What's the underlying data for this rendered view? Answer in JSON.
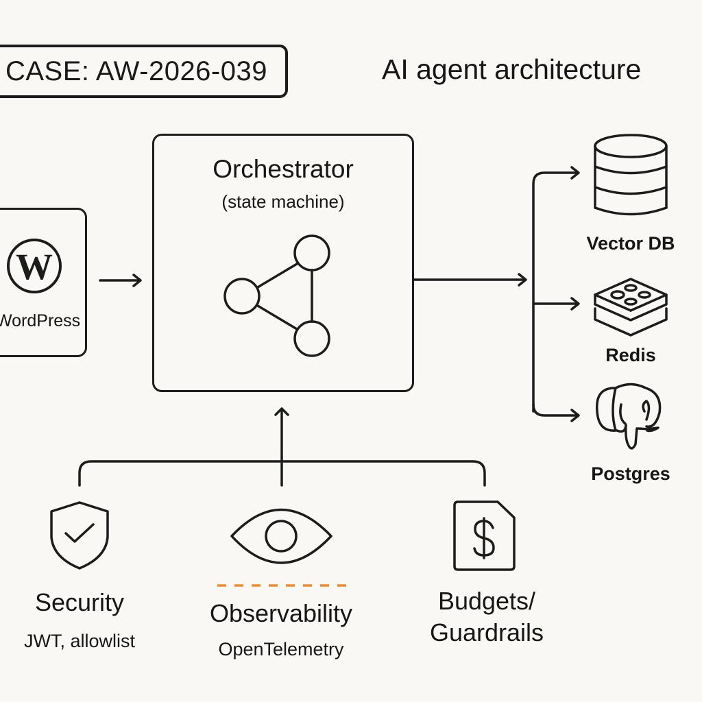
{
  "case_label": "CASE: AW-2026-039",
  "title": "AI agent architecture",
  "source": {
    "label": "WordPress",
    "icon": "wordpress-logo-icon"
  },
  "orchestrator": {
    "title": "Orchestrator",
    "subtitle": "(state machine)",
    "icon": "state-graph-icon"
  },
  "stores": [
    {
      "label": "Vector DB",
      "icon": "database-icon"
    },
    {
      "label": "Redis",
      "icon": "redis-logo-icon"
    },
    {
      "label": "Postgres",
      "icon": "postgres-elephant-icon"
    }
  ],
  "cross_cutting": [
    {
      "title": "Security",
      "subtitle": "JWT, allowlist",
      "icon": "shield-check-icon"
    },
    {
      "title": "Observability",
      "subtitle": "OpenTelemetry",
      "icon": "eye-icon"
    },
    {
      "title": "Budgets/",
      "title_line2": "Guardrails",
      "icon": "dollar-document-icon"
    }
  ],
  "colors": {
    "background": "#f9f8f4",
    "stroke": "#1c1c1c",
    "accent_dash": "#f08a2c"
  }
}
